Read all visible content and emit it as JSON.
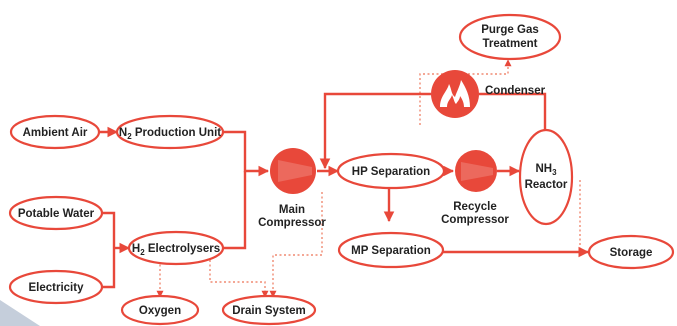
{
  "nodes": {
    "ambient_air": "Ambient Air",
    "n2_unit_prefix": "N",
    "n2_unit_sub": "2",
    "n2_unit_suffix": " Production Unit",
    "potable_water": "Potable Water",
    "electricity": "Electricity",
    "h2_prefix": "H",
    "h2_sub": "2",
    "h2_suffix": " Electrolysers",
    "oxygen": "Oxygen",
    "drain_system": "Drain System",
    "hp_separation": "HP Separation",
    "mp_separation": "MP Separation",
    "nh3_prefix": "NH",
    "nh3_sub": "3",
    "nh3_line2": "Reactor",
    "storage": "Storage",
    "purge_line1": "Purge Gas",
    "purge_line2": "Treatment"
  },
  "equipment": {
    "main_compressor_line1": "Main",
    "main_compressor_line2": "Compressor",
    "recycle_compressor_line1": "Recycle",
    "recycle_compressor_line2": "Compressor",
    "condenser": "Condenser"
  },
  "colors": {
    "accent": "#e8483a",
    "dotted": "#f08a72",
    "text": "#222222",
    "corner_triangle": "#c5cedb"
  },
  "icons": {
    "compressor": "compressor-icon",
    "condenser": "condenser-flame-icon"
  }
}
